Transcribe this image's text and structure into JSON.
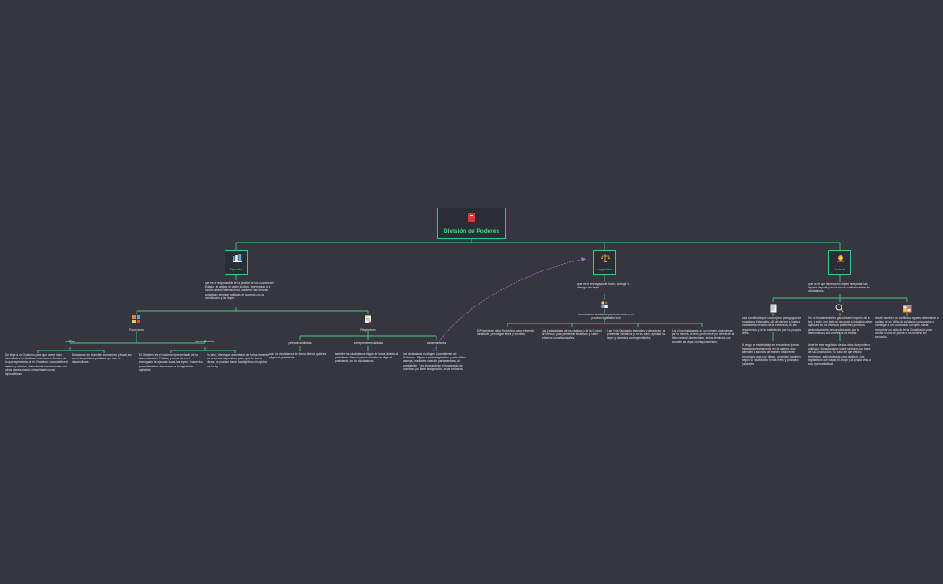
{
  "root": {
    "title": "División de Poderes",
    "icon": "book-icon"
  },
  "branches": {
    "ejecutivo": {
      "title": "Ejecutivo",
      "icon": "books-icon",
      "desc": "que es el responsable de la gestión de los asuntos del Estado, de aplicar el orden jurídico, representar a la nación a nivel internacional, mantener las fuerzas armadas y ejecutar políticas de acuerdo con la constitución y las leyes."
    },
    "legislativo": {
      "title": "Legislativo",
      "icon": "scales-icon",
      "desc": "que es el encargado de hacer, corregir o derogar las leyes."
    },
    "judicial": {
      "title": "Judicial",
      "icon": "gavel-icon",
      "desc": "que es el que tiene como objeto interpretar las leyes e impartir justicia en los conflictos entre los ciudadanos."
    }
  },
  "ejecutivo": {
    "funciones": {
      "label": "Funciones",
      "politica": {
        "label": "política",
        "t1": "Se elige a un Gobierno para que forme unas identidades en distintas materias: en función de lo que representa de él. Establece como define el interior y exterior, dirección de las relaciones con otros países, hacia comunidades como diplomáticas.",
        "t2": "Decisiones en el ámbito económico y fiscal, así como las políticas públicas que han de desarrollarse."
      },
      "administrativa": {
        "label": "administrativa",
        "t1": "El Gobierno es el máximo representante de la Administración Pública, y como tal, es el encargado de ejecutar todas las leyes y hacer, tus procedimientos de acuerdo a la legislación aplicable.",
        "t2": "Es decir, tiene que administrar de forma eficiente los recursos disponibles para, que de forma eficaz, se puedan tomar los objetivos recogidos por la ley."
      }
    },
    "regimenes": {
      "label": "Regímenes",
      "presidencialistas": {
        "label": "presidencialistas",
        "t": "son los ciudadanos de forma directa quienes eligen al presidente."
      },
      "semipresidencialistas": {
        "label": "semipresidencialistas",
        "t": "también los ciudadanos eligen de forma directa al presidente. Pero el primer ministro lo elige el presidente, no los ciudadanos."
      },
      "parlamentarios": {
        "label": "parlamentarios",
        "t": "los ciudadanos no eligen al presidente del Gobierno. Eligen al poder legislativo y este último asenga, mediante votación parlamentaria, al presidente. Y es el presidente el encargado de nombrar, por libre designación, a sus ministros."
      }
    }
  },
  "legislativo": {
    "actores": {
      "label": "Los actores facultados para intervenir en el proceso legislativo son:",
      "a1": "El Presidente de la República, para presentar iniciativas, promulgar leyes y decretos.",
      "a2": "Las Legisladoras de los cabalos y de la Ciudad de México, para presentar iniciativas y vaser reformas constitucionales.",
      "a3": "Las y los Diputados federales y senadores, al presentar iniciativas y, en su caso, aprobar las leyes y decretos correspondientes.",
      "a4": "Las y los ciudadanos en un número equivalente, por lo menos, al cero punto trece por ciento de la lista nominal de electores, en los términos que señalen las leyes correspondientes."
    }
  },
  "judicial": {
    "c1": {
      "icon": "document-icon",
      "t1": "está constituido por un conjunto pedagogos de juzgados y tribunales. Afil de ejercer la justicia mediante la revisión de la evidencia, de los argumentos y de lo establecido por las propias leyes.",
      "t2": "A cargo de este trabajo se encuentran jueces formados precisamente en la materia, que atienden a asuntos de manera totalmente imparcial y que, por último, procederá también según lo establecido en las leyes y principios judiciales."
    },
    "c2": {
      "icon": "magnifier-icon",
      "t1": "Su rol fundamental es garantizar el imperio de la ley, y, esto, que ésta no se cause a injusticia al ser aplicada en los diversos problemas jurídicos, jerárquicamente en consideración por la democracia y los valores de la misma.",
      "t2": "Ante de este regulador de sus otros dos poderes públicos. Impactándose sobre servicios por fuera de la Constitución. En caso de que esto lo fechemos, está facultada para destituir a los legislativos que hayan el apoyo y la propia vista a sus representativas."
    },
    "c3": {
      "icon": "calendar-icon",
      "t1": "desde resolver los conflictos legales, determinar el castigo de un delito de cuidados convocados o investigar a un funcionario corrupto, hasta interpretar un artículo de la Constitución para decidir si una ley puede o no ponerse en ejecución."
    }
  },
  "colors": {
    "background": "#35363f",
    "line": "#3fd07a",
    "root_border": "#28c7a3",
    "title": "#3fe07a",
    "curve": "#b06bc6"
  }
}
